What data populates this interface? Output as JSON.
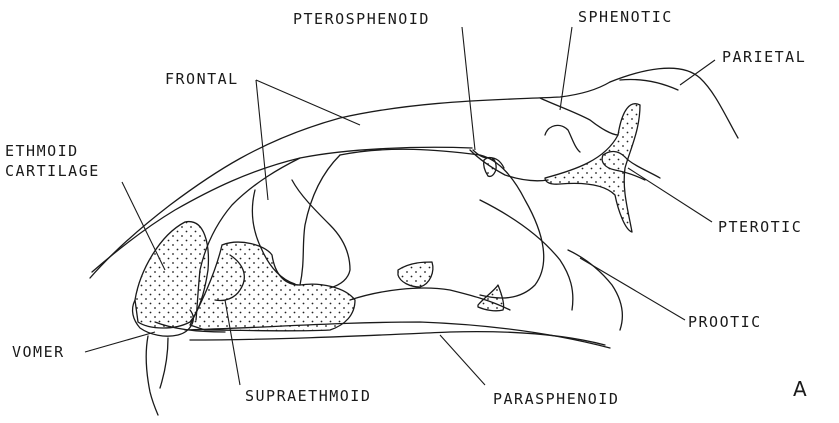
{
  "labels": {
    "pterosphenoid": "PTEROSPHENOID",
    "sphenotic": "SPHENOTIC",
    "parietal": "PARIETAL",
    "frontal": "FRONTAL",
    "ethmoid_line1": "ETHMOID",
    "ethmoid_line2": "CARTILAGE",
    "pterotic": "PTEROTIC",
    "prootic": "PROOTIC",
    "vomer": "VOMER",
    "supraethmoid": "SUPRAETHMOID",
    "parasphenoid": "PARASPHENOID",
    "panel": "A"
  }
}
